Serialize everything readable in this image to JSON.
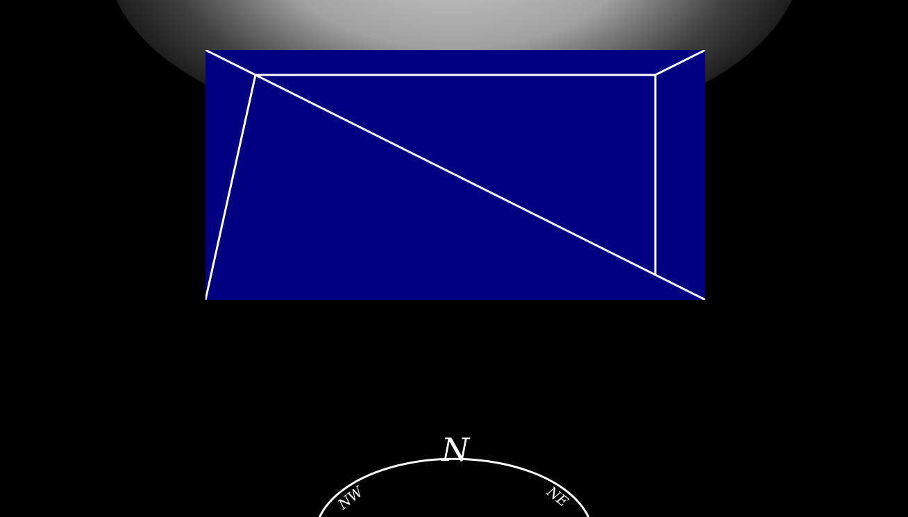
{
  "colors": {
    "background": "#000000",
    "wall_fill": "#000080",
    "edge_stroke": "#ffffff",
    "glow": "#b4b4b4"
  },
  "compass": {
    "north_label": "N",
    "northwest_label": "NW",
    "northeast_label": "NE"
  }
}
